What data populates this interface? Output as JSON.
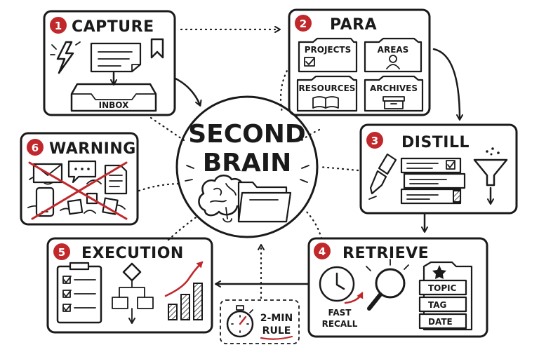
{
  "center": {
    "line1": "SECOND",
    "line2": "BRAIN"
  },
  "steps": {
    "capture": {
      "num": "1",
      "title": "CAPTURE",
      "inbox_label": "INBOX"
    },
    "para": {
      "num": "2",
      "title": "PARA",
      "folders": [
        "PROJECTS",
        "AREAS",
        "RESOURCES",
        "ARCHIVES"
      ]
    },
    "distill": {
      "num": "3",
      "title": "DISTILL"
    },
    "retrieve": {
      "num": "4",
      "title": "RETRIEVE",
      "recall_line1": "FAST",
      "recall_line2": "RECALL",
      "tabs": [
        "TOPIC",
        "TAG",
        "DATE"
      ]
    },
    "execution": {
      "num": "5",
      "title": "EXECUTION"
    },
    "warning": {
      "num": "6",
      "title": "WARNING"
    }
  },
  "rule": {
    "line1": "2-MIN",
    "line2": "RULE"
  },
  "colors": {
    "accent": "#c0282c",
    "ink": "#1a1a1a"
  },
  "icons": [
    "lightning-icon",
    "note-icon",
    "bookmark-icon",
    "inbox-icon",
    "folder-icon",
    "checkbox-icon",
    "person-icon",
    "book-icon",
    "archive-box-icon",
    "highlighter-icon",
    "funnel-icon",
    "clock-icon",
    "magnifier-icon",
    "star-icon",
    "checklist-icon",
    "flowchart-icon",
    "growth-chart-icon",
    "stopwatch-icon",
    "brain-icon",
    "envelope-icon",
    "chat-bubble-icon",
    "phone-icon",
    "document-icon"
  ]
}
